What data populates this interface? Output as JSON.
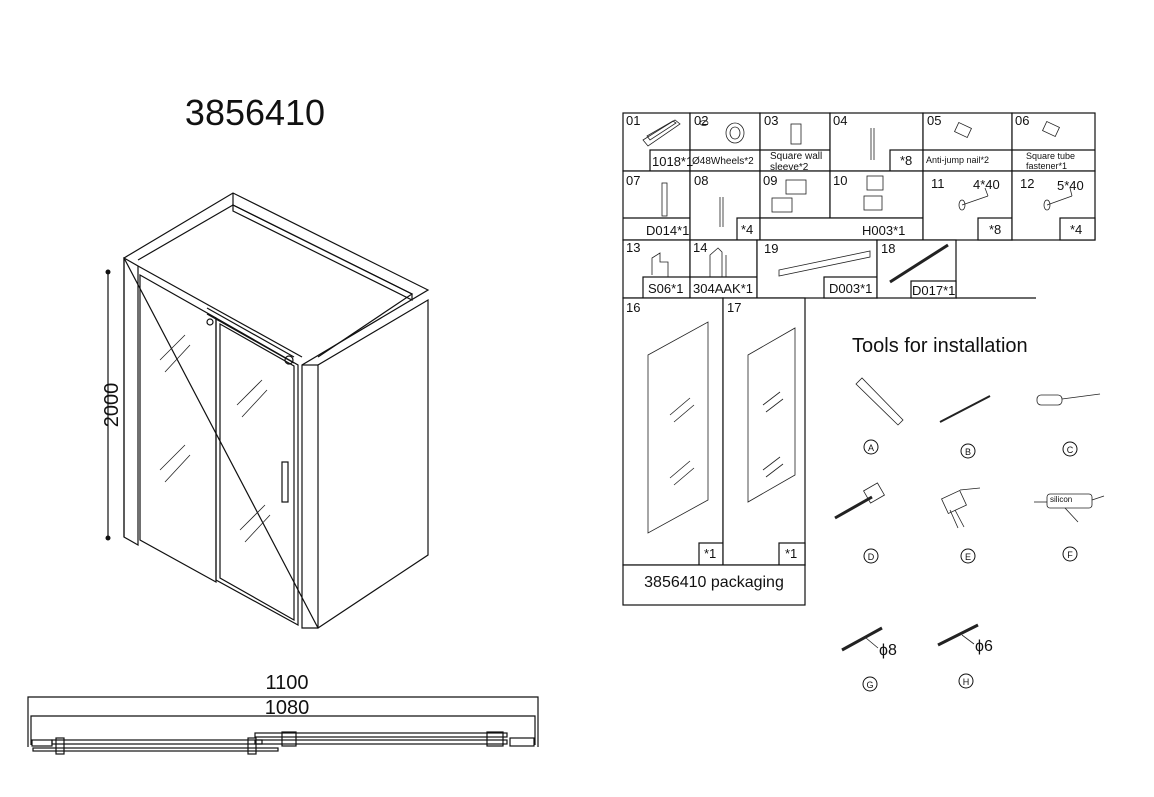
{
  "model_number": "3856410",
  "dimensions": {
    "height": "2000",
    "outer_width": "1100",
    "inner_width": "1080"
  },
  "parts": [
    {
      "no": "01",
      "label": "1018*1"
    },
    {
      "no": "02",
      "label": "Ø48Wheels*2"
    },
    {
      "no": "03",
      "label": "Square wall",
      "label2": "sleeve*2"
    },
    {
      "no": "04",
      "label": "*8"
    },
    {
      "no": "05",
      "label": "Anti-jump nail*2"
    },
    {
      "no": "06",
      "label": "Square tube",
      "label2": "fastener*1"
    },
    {
      "no": "07",
      "label": "D014*1"
    },
    {
      "no": "08",
      "label": "*4"
    },
    {
      "no": "09",
      "label": ""
    },
    {
      "no": "10",
      "label": "H003*1"
    },
    {
      "no": "11",
      "label": "*8",
      "spec": "4*40"
    },
    {
      "no": "12",
      "label": "*4",
      "spec": "5*40"
    },
    {
      "no": "13",
      "label": "S06*1"
    },
    {
      "no": "14",
      "label": "304AAK*1"
    },
    {
      "no": "19",
      "label": "D003*1"
    },
    {
      "no": "18",
      "label": "D017*1"
    },
    {
      "no": "16",
      "label": "*1"
    },
    {
      "no": "17",
      "label": "*1"
    }
  ],
  "packaging_label": "3856410 packaging",
  "tools": {
    "title": "Tools for installation",
    "items": [
      {
        "letter": "A",
        "name": "spirit-level"
      },
      {
        "letter": "B",
        "name": "pencil"
      },
      {
        "letter": "C",
        "name": "screwdriver"
      },
      {
        "letter": "D",
        "name": "rubber-mallet"
      },
      {
        "letter": "E",
        "name": "drill"
      },
      {
        "letter": "F",
        "name": "silicone-gun",
        "text": "silicon"
      },
      {
        "letter": "G",
        "name": "drill-bit",
        "size": "ϕ8"
      },
      {
        "letter": "H",
        "name": "drill-bit",
        "size": "ϕ6"
      }
    ]
  }
}
